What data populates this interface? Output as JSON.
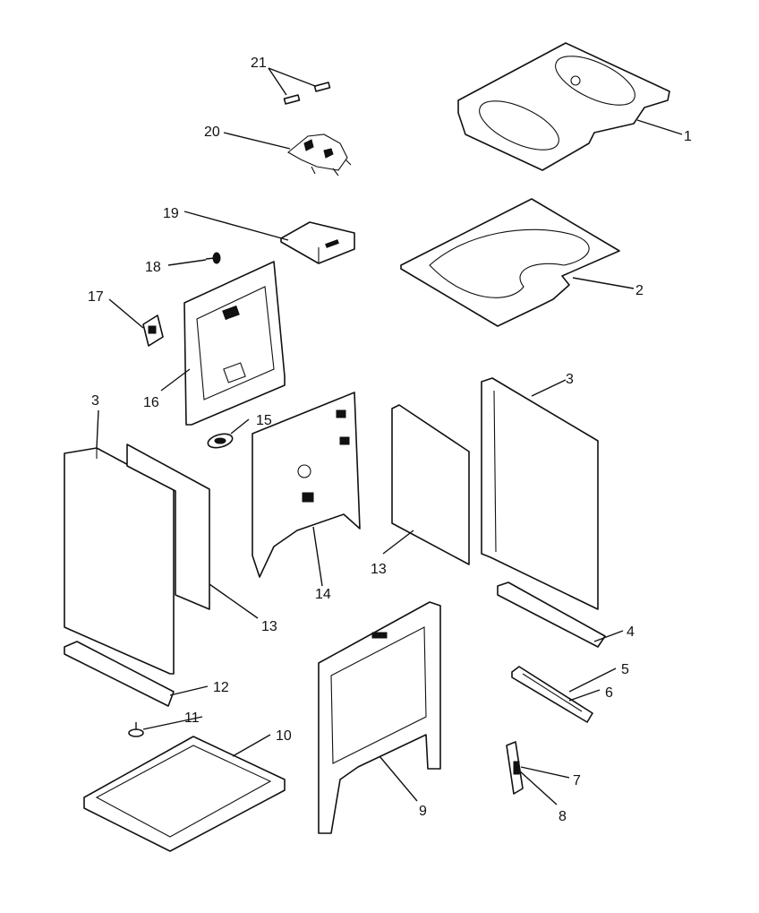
{
  "diagram": {
    "callouts": {
      "c1": "1",
      "c2": "2",
      "c3a": "3",
      "c3b": "3",
      "c4": "4",
      "c5": "5",
      "c6": "6",
      "c7": "7",
      "c8": "8",
      "c9": "9",
      "c10": "10",
      "c11": "11",
      "c12": "12",
      "c13a": "13",
      "c13b": "13",
      "c14": "14",
      "c15": "15",
      "c16": "16",
      "c17": "17",
      "c18": "18",
      "c19": "19",
      "c20": "20",
      "c21": "21"
    }
  }
}
